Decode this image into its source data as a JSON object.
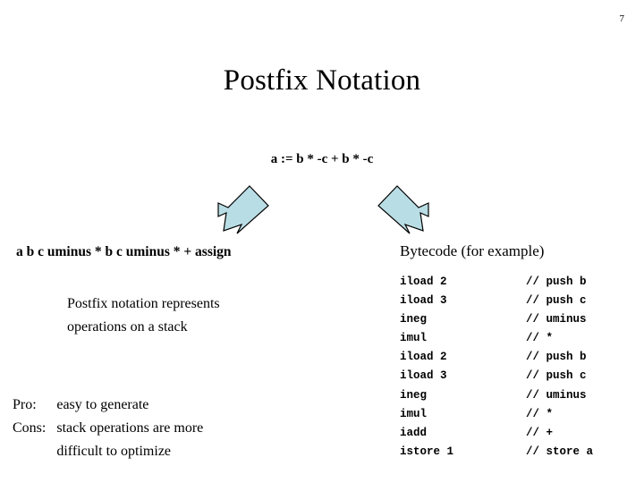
{
  "slide": {
    "page_number": "7",
    "title": "Postfix Notation",
    "source_expression": "a := b * -c + b * -c"
  },
  "colors": {
    "arrow_fill": "#b9dde4",
    "arrow_stroke": "#000000",
    "background": "#ffffff",
    "text": "#000000"
  },
  "arrows": [
    {
      "name": "arrow-down-left-icon",
      "direction": "down-left"
    },
    {
      "name": "arrow-down-right-icon",
      "direction": "down-right"
    }
  ],
  "left_column": {
    "postfix_line": "a b c uminus * b c uminus * + assign",
    "explanation": [
      "Postfix notation represents",
      "operations on a stack"
    ],
    "proscons": [
      {
        "label": "Pro:",
        "text": "easy to generate"
      },
      {
        "label": "Cons:",
        "text": "stack operations are more"
      },
      {
        "label": "",
        "text": "difficult to optimize"
      }
    ]
  },
  "right_column": {
    "heading": "Bytecode (for example)",
    "listing": [
      {
        "op": "iload 2",
        "comment": "// push b"
      },
      {
        "op": "iload 3",
        "comment": "// push c"
      },
      {
        "op": "ineg",
        "comment": "// uminus"
      },
      {
        "op": "imul",
        "comment": "// *"
      },
      {
        "op": "iload 2",
        "comment": "// push b"
      },
      {
        "op": "iload 3",
        "comment": "// push c"
      },
      {
        "op": "ineg",
        "comment": "// uminus"
      },
      {
        "op": "imul",
        "comment": "// *"
      },
      {
        "op": "iadd",
        "comment": "// +"
      },
      {
        "op": "istore 1",
        "comment": "// store a"
      }
    ]
  }
}
